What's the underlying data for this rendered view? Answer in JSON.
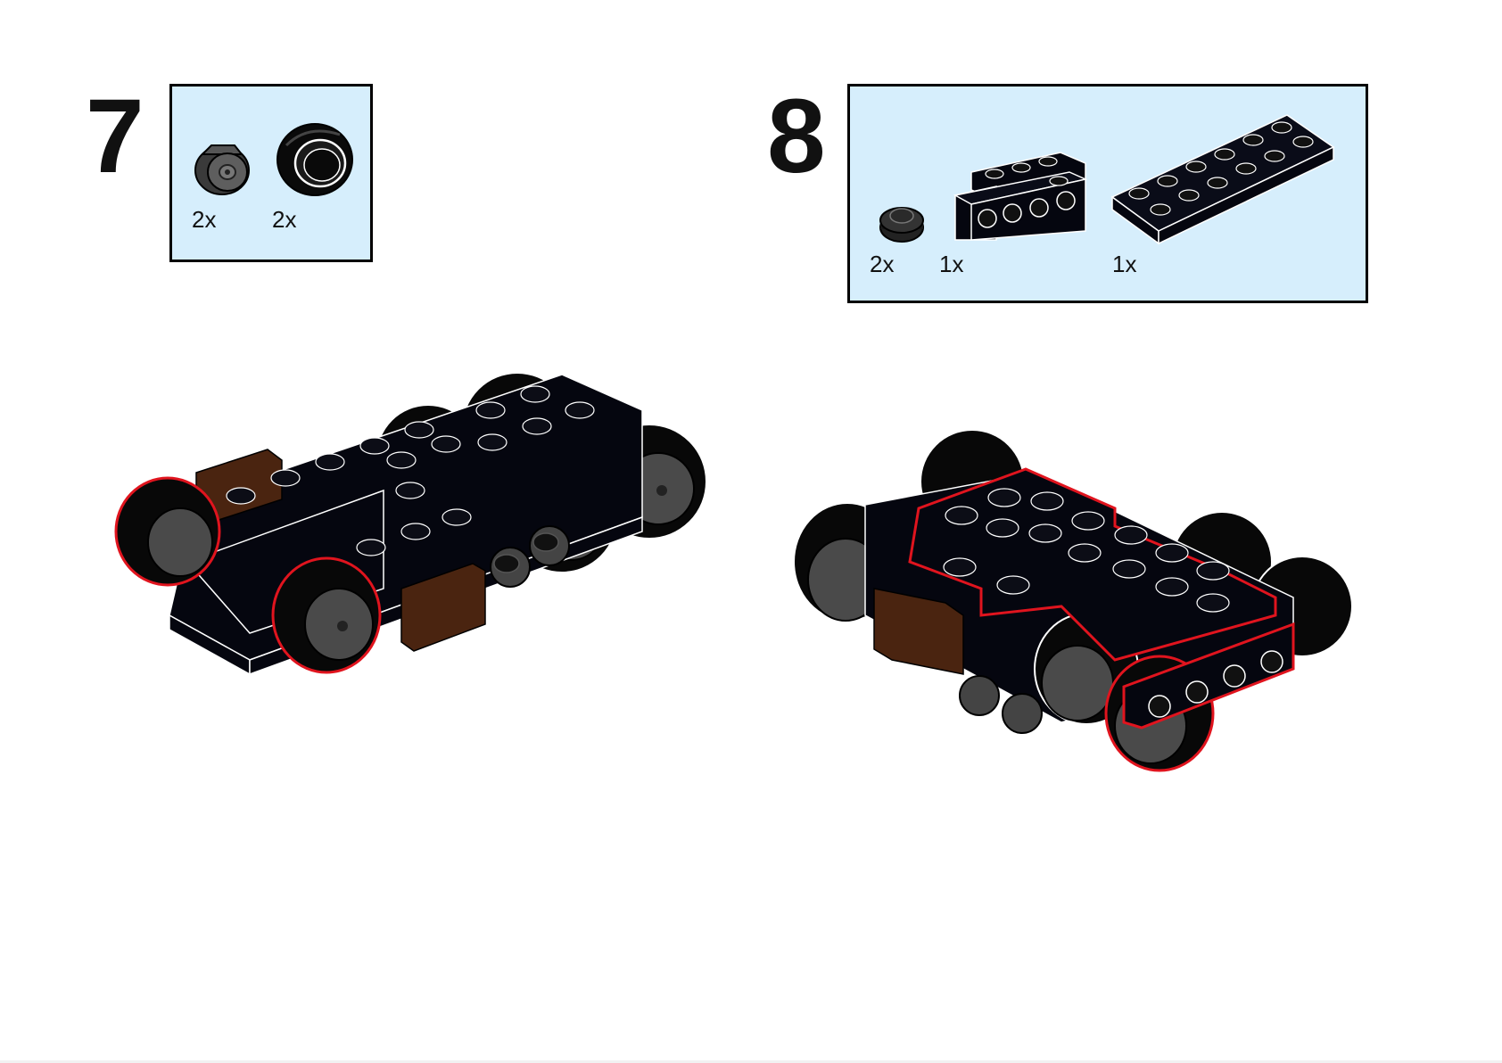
{
  "steps": [
    {
      "number": "7",
      "parts": [
        {
          "icon": "wheel-rim-icon",
          "qty": "2x"
        },
        {
          "icon": "tire-icon",
          "qty": "2x"
        }
      ]
    },
    {
      "number": "8",
      "parts": [
        {
          "icon": "round-plate-1x1-icon",
          "qty": "2x"
        },
        {
          "icon": "bracket-plate-1x4-icon",
          "qty": "1x"
        },
        {
          "icon": "plate-2x6-icon",
          "qty": "1x"
        }
      ]
    }
  ],
  "colors": {
    "parts_box_bg": "#d6eefc",
    "highlight_outline": "#e0141e",
    "brick_black": "#05060f",
    "brick_brown": "#4a2410",
    "rim_gray": "#5a5a5a"
  }
}
